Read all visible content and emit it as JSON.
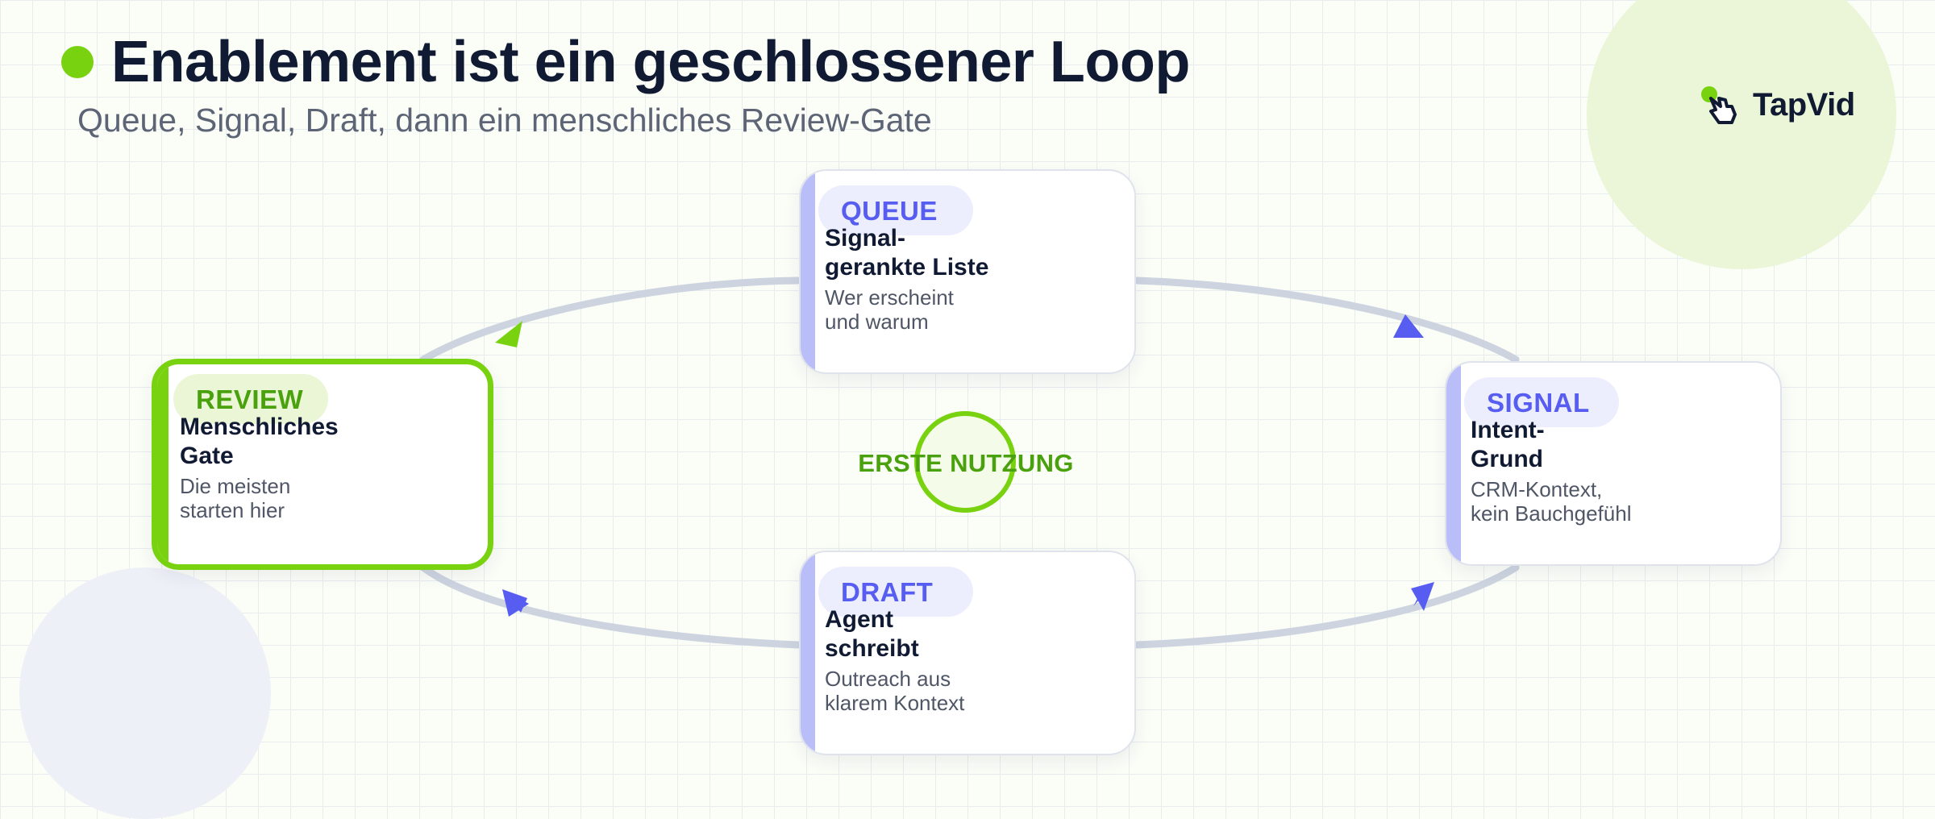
{
  "title": "Enablement ist ein geschlossener Loop",
  "subtitle": "Queue, Signal, Draft, dann ein menschliches Review-Gate",
  "brand": {
    "name": "TapVid",
    "icon": "hand-pointer-icon"
  },
  "center": {
    "label": "ERSTE NUTZUNG"
  },
  "nodes": {
    "queue": {
      "tag": "QUEUE",
      "heading": "Signal-\ngerankte Liste",
      "desc": "Wer erscheint\nund warum"
    },
    "signal": {
      "tag": "SIGNAL",
      "heading": "Intent-\nGrund",
      "desc": "CRM-Kontext,\nkein Bauchgefühl"
    },
    "draft": {
      "tag": "DRAFT",
      "heading": "Agent\nschreibt",
      "desc": "Outreach aus\nklarem Kontext"
    },
    "review": {
      "tag": "REVIEW",
      "heading": "Menschliches\nGate",
      "desc": "Die meisten\nstarten hier"
    }
  },
  "colors": {
    "accent_green": "#79d20f",
    "accent_blue": "#575df0",
    "loop_line": "#cdd4e0",
    "title": "#111a33"
  }
}
